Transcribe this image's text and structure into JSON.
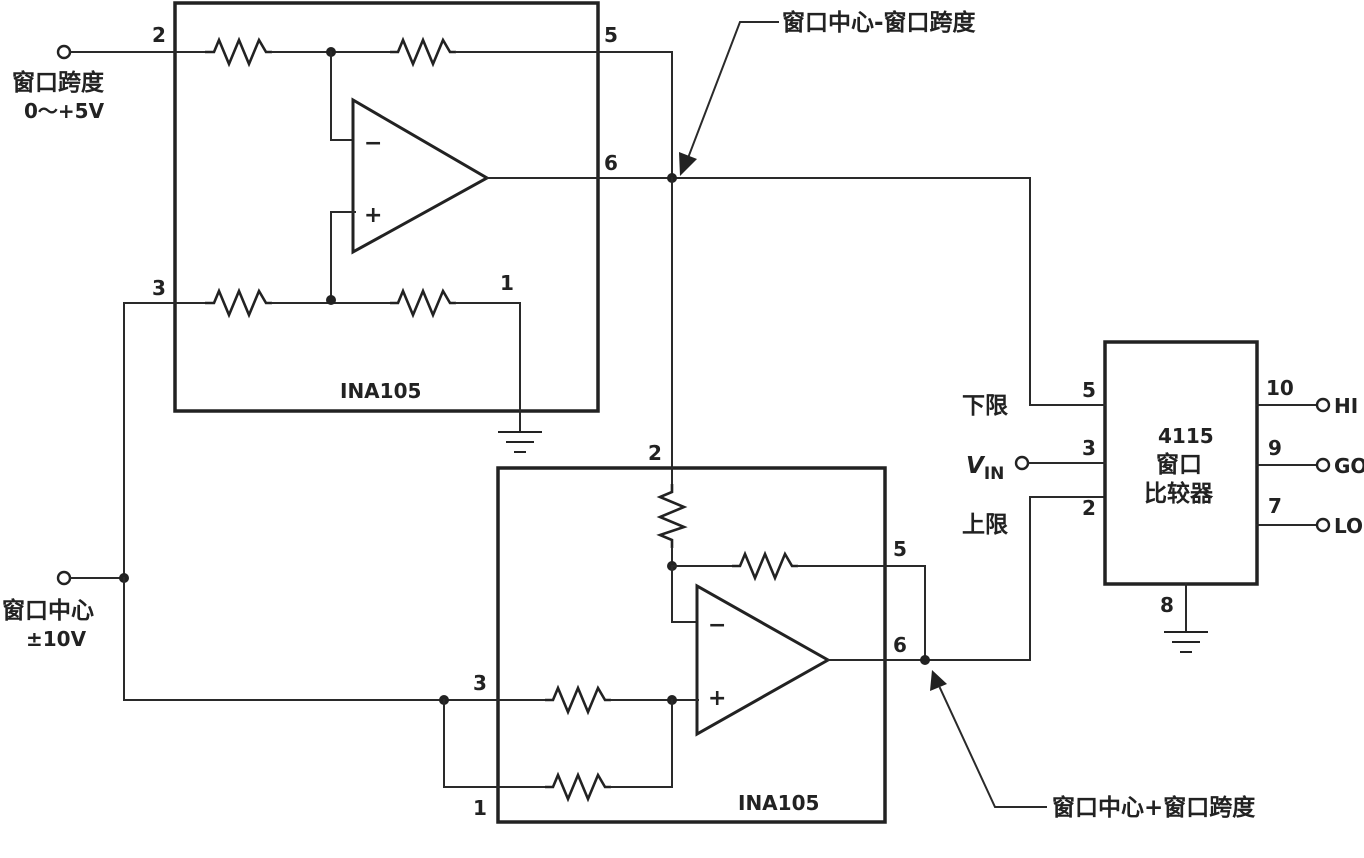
{
  "chips": {
    "ina_top": "INA105",
    "ina_bottom": "INA105",
    "comparator": {
      "line1": "4115",
      "line2": "窗口",
      "line3": "比较器"
    }
  },
  "inputs": {
    "span": {
      "label": "窗口跨度",
      "range": "0～+5V"
    },
    "center": {
      "label": "窗口中心",
      "range": "±10V"
    },
    "vin": {
      "label_main": "V",
      "label_sub": "IN"
    }
  },
  "annotations": {
    "center_minus_span": "窗口中心-窗口跨度",
    "center_plus_span": "窗口中心+窗口跨度",
    "lower_limit": "下限",
    "upper_limit": "上限"
  },
  "outputs": {
    "hi": "HI",
    "go": "GO",
    "lo": "LO"
  },
  "pins": {
    "top_2": "2",
    "top_3": "3",
    "top_5": "5",
    "top_6": "6",
    "top_1": "1",
    "bot_2": "2",
    "bot_3": "3",
    "bot_1": "1",
    "bot_5": "5",
    "bot_6": "6",
    "cmp_5": "5",
    "cmp_3": "3",
    "cmp_2": "2",
    "cmp_10": "10",
    "cmp_9": "9",
    "cmp_7": "7",
    "cmp_8": "8"
  },
  "opamp_signs": {
    "minus": "−",
    "plus": "+"
  }
}
